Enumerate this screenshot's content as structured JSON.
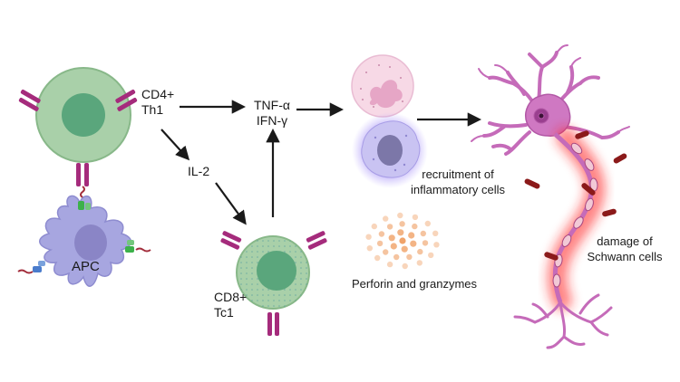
{
  "labels": {
    "cd4_line1": "CD4+",
    "cd4_line2": "Th1",
    "apc": "APC",
    "tnf": "TNF-α",
    "ifn": "IFN-γ",
    "il2": "IL-2",
    "cd8_line1": "CD8+",
    "cd8_line2": "Tc1",
    "recruit_line1": "recruitment of",
    "recruit_line2": "inflammatory cells",
    "perforin": "Perforin and granzymes",
    "damage_line1": "damage of",
    "damage_line2": "Schwann cells"
  },
  "colors": {
    "t_cell_fill": "#a9d0a9",
    "t_cell_nucleus": "#5aa67c",
    "receptor": "#a52b7c",
    "apc_fill": "#a7a6e0",
    "apc_nucleus": "#8a85c6",
    "neutrophil_fill": "#f7d9e6",
    "neutrophil_nucleus": "#e6a6c6",
    "macrophage_glow": "#9b83f0",
    "granule": "#f0a36a",
    "neuron": "#c56bb9",
    "inflammation": "#ff1a1a",
    "antibody": "#8b1a1a",
    "arrow": "#1a1a1a"
  }
}
